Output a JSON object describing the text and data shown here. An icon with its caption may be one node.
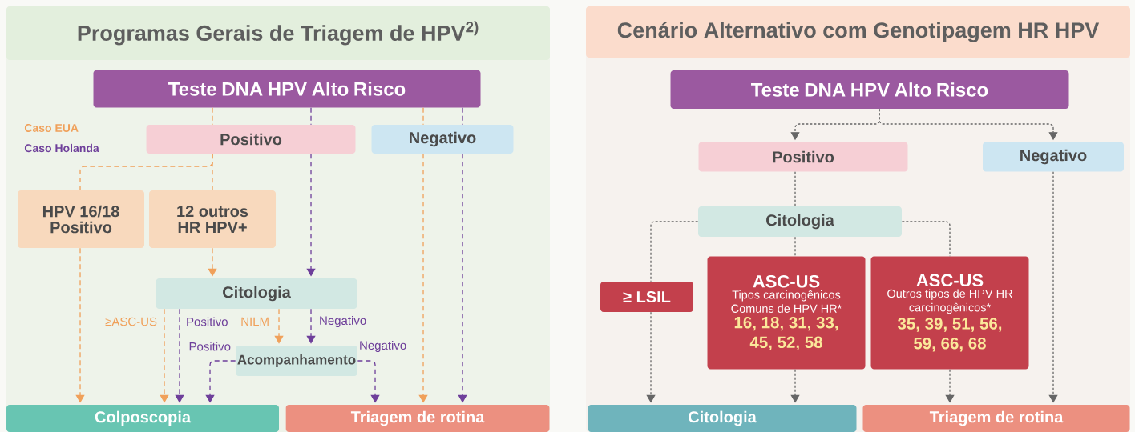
{
  "diagram": {
    "nodes": [
      {
        "text": [
          "Programas Gerais de Triagem de HPV$^{2)}$"
        ]
      },
      {
        "text": [
          "Teste DNA HPV Alto Risco"
        ],
        "in": 0
      },
      {
        "text": [
          "Positivo"
        ],
        "in": 0
      },
      {
        "text": [
          "Negativo"
        ],
        "in": 0
      },
      {
        "text": [
          "HPV 16/18 Positivo"
        ],
        "in": 0
      },
      {
        "text": [
          "12 outros HR HPV+"
        ],
        "in": 0
      },
      {
        "text": [
          "Citologia"
        ],
        "in": 0
      },
      {
        "text": [
          "Acompanhamento"
        ],
        "in": 0
      },
      {
        "text": [
          "Colposcopia"
        ],
        "in": 0
      },
      {
        "text": [
          "Triagem de rotina"
        ],
        "in": 0
      },
      {
        "text": [
          "Cenário Alternativo com Genotipagem HR HPV"
        ]
      },
      {
        "text": [
          "Teste DNA HPV Alto Risco"
        ],
        "in": 10
      },
      {
        "text": [
          "Positivo"
        ],
        "in": 10
      },
      {
        "text": [
          "Negativo"
        ],
        "in": 10
      },
      {
        "text": [
          "Citologia"
        ],
        "in": 10
      },
      {
        "text": [
          "≥ LSIL"
        ],
        "in": 10
      },
      {
        "text": [
          "ASC-US",
          "Tipos carcinogênicos Comuns de HPV HR*",
          "16, 18, 31, 33, 45, 52, 58"
        ],
        "in": 10
      },
      {
        "text": [
          "ASC-US",
          "Outros tipos de HPV HR carcinogênicos*",
          "35, 39, 51, 56, 59, 66, 68"
        ],
        "in": 10
      },
      {
        "text": [
          "Citologia"
        ],
        "in": 10
      },
      {
        "text": [
          "Triagem de rotina"
        ],
        "in": 10
      }
    ],
    "edges": [
      {
        "from": 1,
        "to": 2,
        "arrow": "none",
        "color": "#f0a05a"
      },
      {
        "from": 2,
        "to": 4,
        "arrow": "none",
        "color": "#f0a05a"
      },
      {
        "from": 2,
        "to": 5,
        "arrow": "none",
        "color": "#f0a05a"
      },
      {
        "from": 4,
        "to": 8,
        "arrow": "to",
        "color": "#f0a05a"
      },
      {
        "from": 5,
        "to": 6,
        "arrow": "to",
        "color": "#f0a05a"
      },
      {
        "from": 6,
        "to": 8,
        "arrow": "to",
        "color": "#f0a05a",
        "label": "≥ASC-US"
      },
      {
        "from": 6,
        "to": 7,
        "arrow": "to",
        "color": "#f0a05a",
        "label": "NILM"
      },
      {
        "from": 1,
        "to": 3,
        "arrow": "none",
        "color": "#f0a05a"
      },
      {
        "from": 3,
        "to": 9,
        "arrow": "to",
        "color": "#f0a05a"
      },
      {
        "from": 1,
        "to": 2,
        "arrow": "none",
        "color": "#6e3f9a"
      },
      {
        "from": 2,
        "to": 6,
        "arrow": "to",
        "color": "#6e3f9a"
      },
      {
        "from": 6,
        "to": 8,
        "arrow": "to",
        "color": "#6e3f9a",
        "label": "Positivo"
      },
      {
        "from": 6,
        "to": 7,
        "arrow": "to",
        "color": "#6e3f9a",
        "label": "Negativo"
      },
      {
        "from": 7,
        "to": 8,
        "arrow": "to",
        "color": "#6e3f9a",
        "label": "Positivo"
      },
      {
        "from": 7,
        "to": 9,
        "arrow": "to",
        "color": "#6e3f9a",
        "label": "Negativo"
      },
      {
        "from": 1,
        "to": 3,
        "arrow": "none",
        "color": "#6e3f9a"
      },
      {
        "from": 3,
        "to": 9,
        "arrow": "to",
        "color": "#6e3f9a"
      },
      {
        "from": 11,
        "to": 12,
        "arrow": "to",
        "color": "#666666"
      },
      {
        "from": 11,
        "to": 13,
        "arrow": "to",
        "color": "#666666"
      },
      {
        "from": 12,
        "to": 14,
        "arrow": "none",
        "color": "#666666"
      },
      {
        "from": 14,
        "to": 15,
        "arrow": "none",
        "color": "#666666"
      },
      {
        "from": 14,
        "to": 16,
        "arrow": "none",
        "color": "#666666"
      },
      {
        "from": 14,
        "to": 17,
        "arrow": "none",
        "color": "#666666"
      },
      {
        "from": 15,
        "to": 18,
        "arrow": "to",
        "color": "#666666"
      },
      {
        "from": 16,
        "to": 18,
        "arrow": "to",
        "color": "#666666"
      },
      {
        "from": 17,
        "to": 19,
        "arrow": "to",
        "color": "#666666"
      },
      {
        "from": 13,
        "to": 19,
        "arrow": "to",
        "color": "#666666"
      }
    ],
    "labels": [
      "Caso EUA",
      "Caso Holanda"
    ]
  }
}
